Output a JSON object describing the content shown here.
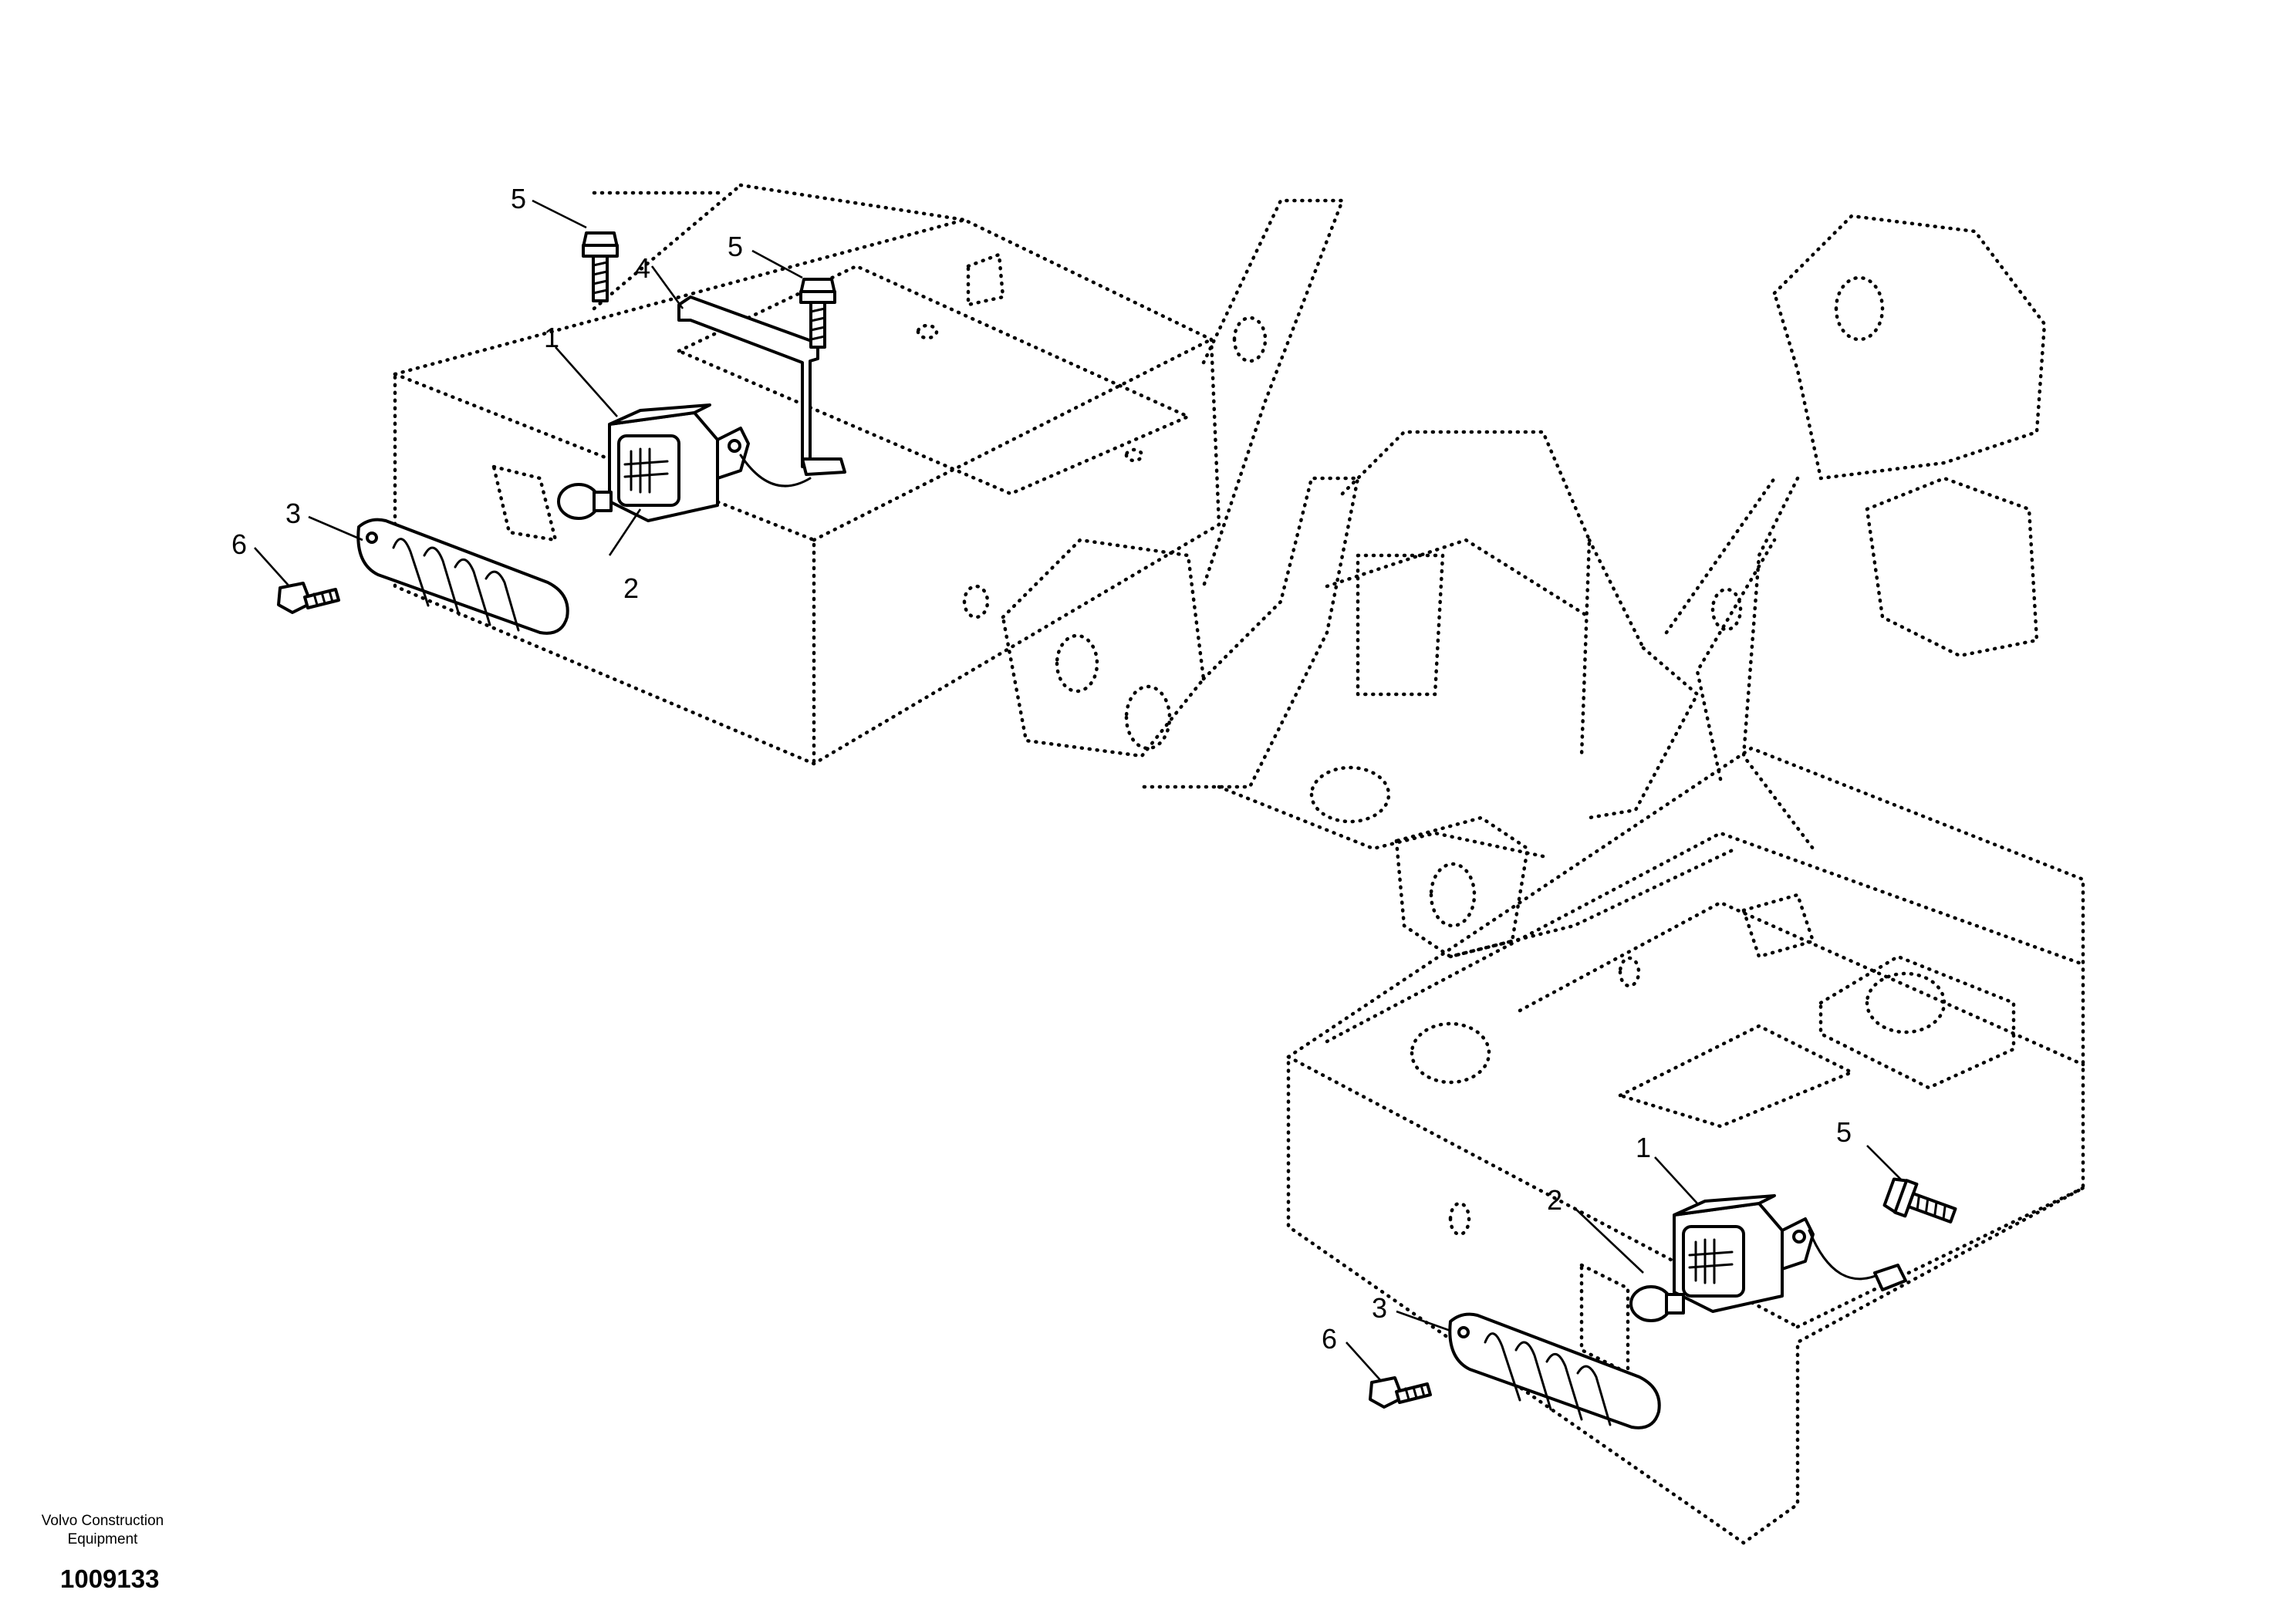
{
  "callouts": {
    "a1": "1",
    "a2": "2",
    "a3": "3",
    "a4": "4",
    "a5": "5",
    "a5b": "5",
    "a6": "6",
    "b1": "1",
    "b2": "2",
    "b3": "3",
    "b5": "5",
    "b6": "6"
  },
  "footer": {
    "brand_line1": "Volvo Construction",
    "brand_line2": "Equipment",
    "drawing_number": "1009133"
  }
}
